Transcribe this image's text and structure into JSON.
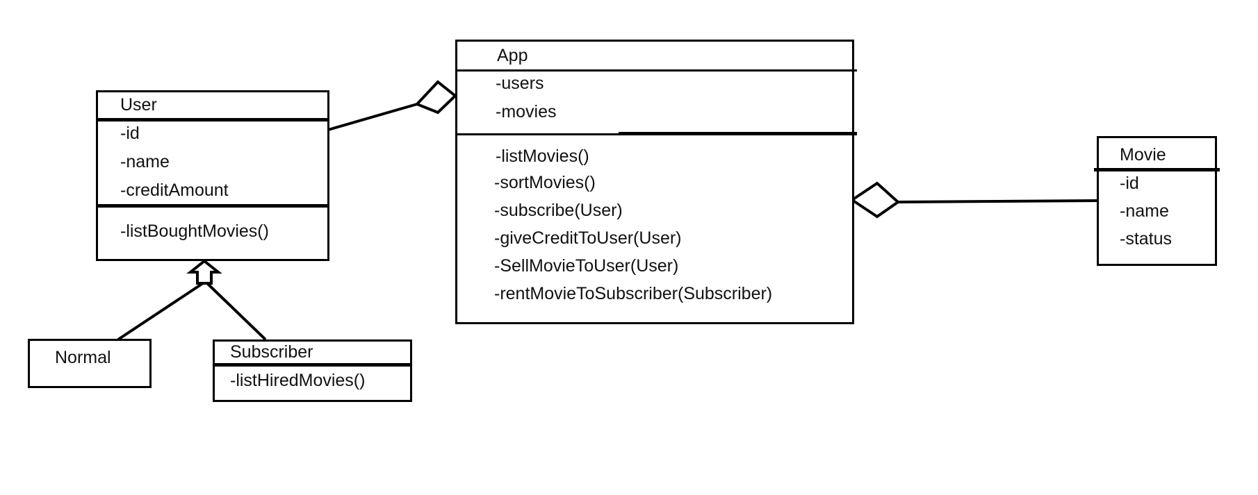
{
  "classes": {
    "user": {
      "name": "User",
      "attributes": [
        "-id",
        "-name",
        "-creditAmount"
      ],
      "methods": [
        "-listBoughtMovies()"
      ]
    },
    "app": {
      "name": "App",
      "attributes": [
        "-users",
        "-movies"
      ],
      "methods": [
        "-listMovies()",
        "-sortMovies()",
        "-subscribe(User)",
        "-giveCreditToUser(User)",
        "-SellMovieToUser(User)",
        "-rentMovieToSubscriber(Subscriber)"
      ]
    },
    "movie": {
      "name": "Movie",
      "attributes": [
        "-id",
        "-name",
        "-status"
      ]
    },
    "normal": {
      "name": "Normal"
    },
    "subscriber": {
      "name": "Subscriber",
      "methods": [
        "-listHiredMovies()"
      ]
    }
  }
}
